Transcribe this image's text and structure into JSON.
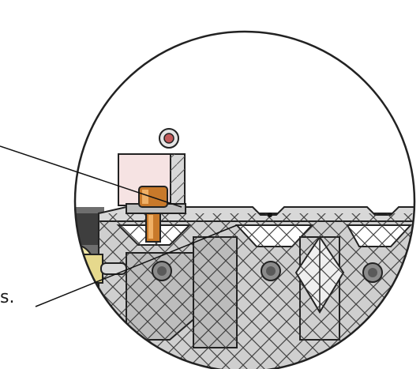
{
  "callouts": {
    "lower_label_fragment": "s."
  },
  "colors": {
    "profile_gray": "#c9c9c9",
    "profile_dark": "#9d9d9d",
    "hatch": "#333333",
    "bracket_pink": "#f6e3e3",
    "screw_orange": "#c8792a",
    "screw_light": "#efb066",
    "knob_yellow": "#efe6a6",
    "outline": "#222222"
  },
  "icons": {
    "detail_view": "circular-detail-view",
    "leader_line": "leader-line"
  }
}
